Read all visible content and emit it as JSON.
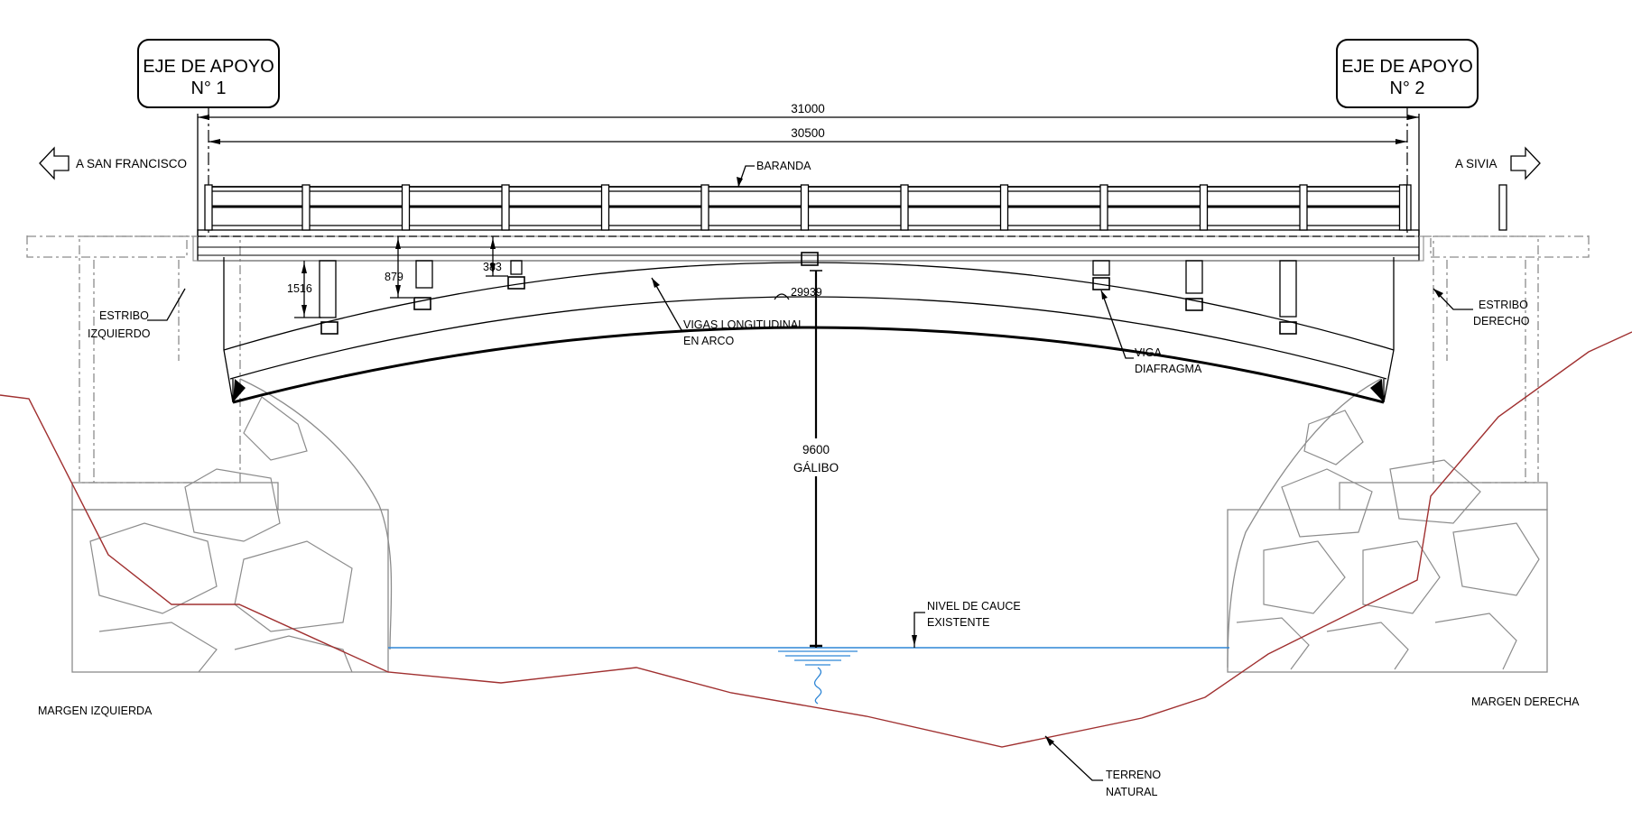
{
  "axis_labels": {
    "left_line1": "EJE DE APOYO",
    "left_line2": "N° 1",
    "right_line1": "EJE DE APOYO",
    "right_line2": "N° 2"
  },
  "directions": {
    "left": "A SAN FRANCISCO",
    "right": "A SIVIA"
  },
  "dimensions": {
    "total_length": "31000",
    "span_length": "30500",
    "arch_depth_1": "1516",
    "arch_depth_2": "879",
    "arch_depth_3": "383",
    "arch_radius": "29939",
    "clearance": "9600",
    "clearance_label": "GÁLIBO"
  },
  "components": {
    "railing": "BARANDA",
    "left_abutment_line1": "ESTRIBO",
    "left_abutment_line2": "IZQUIERDO",
    "right_abutment_line1": "ESTRIBO",
    "right_abutment_line2": "DERECHO",
    "arch_beams_line1": "VIGAS LONGITUDINAL",
    "arch_beams_line2": "EN ARCO",
    "diaphragm_line1": "VIGA",
    "diaphragm_line2": "DIAFRAGMA",
    "water_level_line1": "NIVEL DE CAUCE",
    "water_level_line2": "EXISTENTE",
    "terrain_line1": "TERRENO",
    "terrain_line2": "NATURAL"
  },
  "margins": {
    "left": "MARGEN IZQUIERDA",
    "right": "MARGEN DERECHA"
  },
  "colors": {
    "structure": "#000000",
    "foundation": "#8c8c8c",
    "terrain": "#a03030",
    "water": "#2f86d6"
  }
}
